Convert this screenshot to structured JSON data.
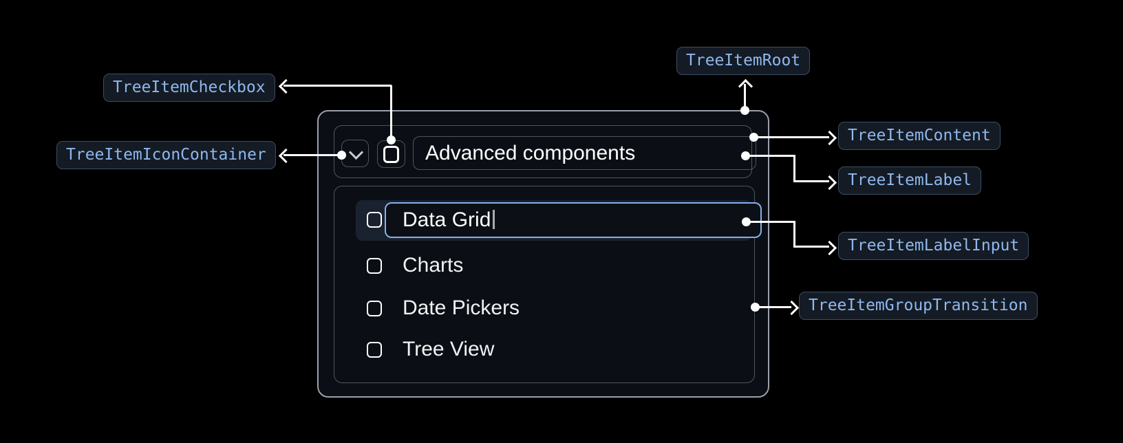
{
  "diagram": {
    "annotations": {
      "checkbox": "TreeItemCheckbox",
      "icon_container": "TreeItemIconContainer",
      "root": "TreeItemRoot",
      "content": "TreeItemContent",
      "label": "TreeItemLabel",
      "label_input": "TreeItemLabelInput",
      "group_transition": "TreeItemGroupTransition"
    }
  },
  "tree_item": {
    "label": "Advanced components",
    "expanded": true,
    "checkbox_checked": false,
    "children": [
      {
        "label": "Data Grid",
        "editing": true,
        "checkbox_checked": false
      },
      {
        "label": "Charts",
        "checkbox_checked": false
      },
      {
        "label": "Date Pickers",
        "checkbox_checked": false
      },
      {
        "label": "Tree View",
        "checkbox_checked": false
      }
    ]
  },
  "icons": {
    "expand": "chevron-down-icon"
  },
  "colors": {
    "background": "#000000",
    "badge_background": "#141b25",
    "badge_border": "#3d4e63",
    "badge_text": "#8fb8ee",
    "card_background": "#0b0f15",
    "card_border": "#9aa1ab",
    "inner_border": "#4f565f",
    "selected_row_background": "#1a2230",
    "input_border": "#85b0ee",
    "input_background": "#0c1016",
    "item_text": "#f1f2f4",
    "connector": "#ffffff"
  }
}
